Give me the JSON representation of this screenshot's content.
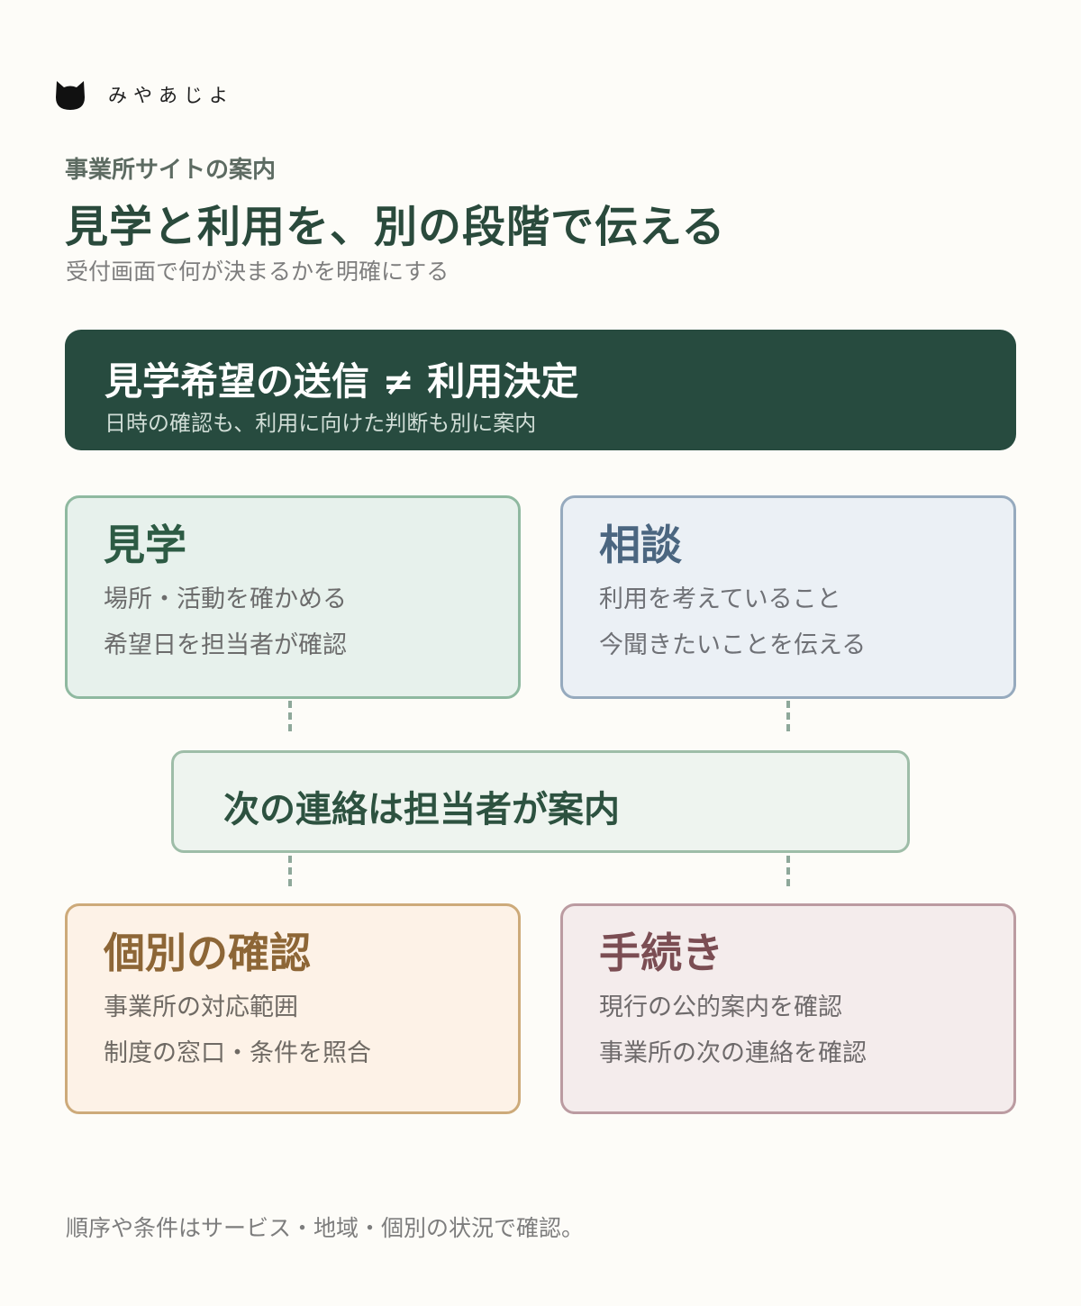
{
  "brand": {
    "name": "みやあじよ",
    "logo_icon": "cat-head-icon"
  },
  "header": {
    "kicker": "事業所サイトの案内",
    "title": "見学と利用を、別の段階で伝える",
    "subtitle": "受付画面で何が決まるかを明確にする"
  },
  "banner": {
    "title": "見学希望の送信 ≠ 利用決定",
    "subtitle": "日時の確認も、利用に向けた判断も別に案内"
  },
  "cards": {
    "visit": {
      "title": "見学",
      "lines": [
        "場所・活動を確かめる",
        "希望日を担当者が確認"
      ]
    },
    "consult": {
      "title": "相談",
      "lines": [
        "利用を考えていること",
        "今聞きたいことを伝える"
      ]
    },
    "individual": {
      "title": "個別の確認",
      "lines": [
        "事業所の対応範囲",
        "制度の窓口・条件を照合"
      ]
    },
    "procedure": {
      "title": "手続き",
      "lines": [
        "現行の公的案内を確認",
        "事業所の次の連絡を確認"
      ]
    }
  },
  "center": {
    "label": "次の連絡は担当者が案内"
  },
  "footnote": "順序や条件はサービス・地域・個別の状況で確認。",
  "colors": {
    "background": "#fdfcf8",
    "banner": "#274b3f",
    "visit": "#8fb9a0",
    "consult": "#96aabe",
    "individual": "#cdaa7a",
    "procedure": "#bb9ba1"
  }
}
